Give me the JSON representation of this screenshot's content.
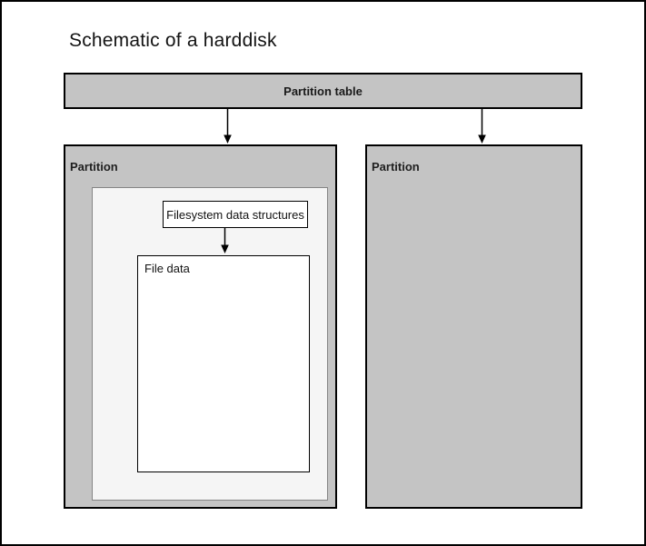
{
  "title": "Schematic of a harddisk",
  "partition_table": {
    "label": "Partition table"
  },
  "partitions": [
    {
      "label": "Partition",
      "filesystem_box_label": "Filesystem data structures",
      "file_data_label": "File data"
    },
    {
      "label": "Partition"
    }
  ],
  "edges": [
    {
      "from": "partition-table",
      "to": "left-partition"
    },
    {
      "from": "partition-table",
      "to": "right-partition"
    },
    {
      "from": "filesystem-data-structures",
      "to": "file-data"
    }
  ],
  "colors": {
    "partition_fill": "#c4c4c4",
    "filesystem_area_fill": "#f5f5f5",
    "box_fill": "#ffffff",
    "line": "#000000"
  }
}
